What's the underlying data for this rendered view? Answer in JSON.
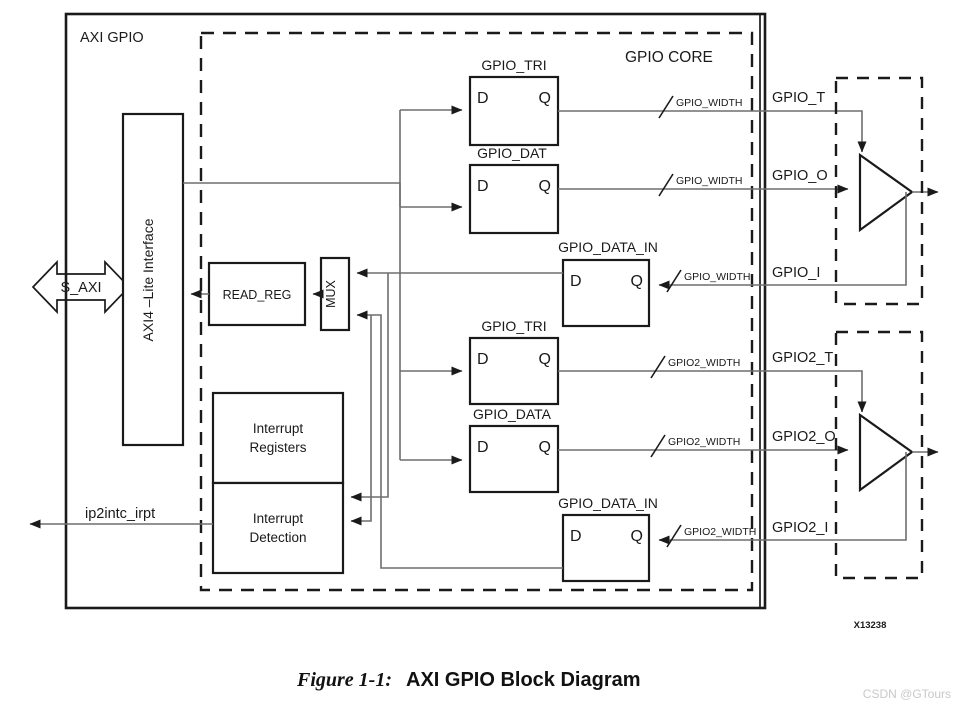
{
  "figure": {
    "outer_box_label": "AXI GPIO",
    "core_box_label": "GPIO CORE",
    "caption_prefix": "Figure 1-1:",
    "caption_title": "AXI GPIO Block Diagram",
    "figure_code": "X13238",
    "watermark": "CSDN @GTours"
  },
  "bus": {
    "s_axi": "S_AXI",
    "irq": "ip2intc_irpt"
  },
  "blocks": {
    "axi_interface": "AXI4 –Lite Interface",
    "read_reg": "READ_REG",
    "mux": "MUX",
    "interrupt_registers_l1": "Interrupt",
    "interrupt_registers_l2": "Registers",
    "interrupt_detection_l1": "Interrupt",
    "interrupt_detection_l2": "Detection"
  },
  "flipflops": [
    {
      "name": "gpio-tri",
      "title": "GPIO_TRI",
      "d": "D",
      "q": "Q"
    },
    {
      "name": "gpio-dat",
      "title": "GPIO_DAT",
      "d": "D",
      "q": "Q"
    },
    {
      "name": "gpio-data-in-1",
      "title": "GPIO_DATA_IN",
      "d": "D",
      "q": "Q"
    },
    {
      "name": "gpio-tri-2",
      "title": "GPIO_TRI",
      "d": "D",
      "q": "Q"
    },
    {
      "name": "gpio-data",
      "title": "GPIO_DATA",
      "d": "D",
      "q": "Q"
    },
    {
      "name": "gpio-data-in-2",
      "title": "GPIO_DATA_IN",
      "d": "D",
      "q": "Q"
    }
  ],
  "bus_widths": {
    "gpio": "GPIO_WIDTH",
    "gpio2": "GPIO2_WIDTH"
  },
  "ports": {
    "gpio_t": "GPIO_T",
    "gpio_o": "GPIO_O",
    "gpio_i": "GPIO_I",
    "gpio2_t": "GPIO2_T",
    "gpio2_o": "GPIO2_O",
    "gpio2_i": "GPIO2_I"
  },
  "colors": {
    "line": "#6e6e6e",
    "stroke": "#1a1a1a",
    "background": "#ffffff",
    "watermark": "#c9c9c9"
  }
}
